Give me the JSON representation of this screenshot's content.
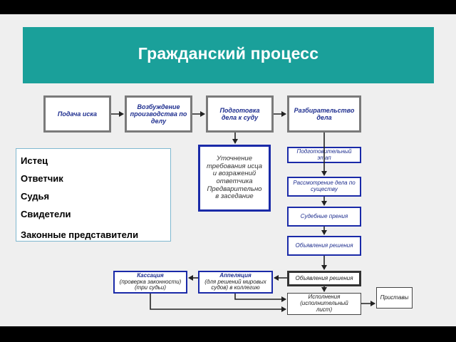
{
  "title": "Гражданский процесс",
  "stages": [
    {
      "id": "s1",
      "label": "Подача иска"
    },
    {
      "id": "s2",
      "label": "Возбуждение производства по делу"
    },
    {
      "id": "s3",
      "label": "Подготовка дела к суду"
    },
    {
      "id": "s4",
      "label": "Разбирательство дела"
    }
  ],
  "preparation_note": "Уточнение требования исца и возражений ответчика Предварительно в заседание",
  "trial_steps": [
    {
      "id": "t1",
      "label": "Подготовительный этап"
    },
    {
      "id": "t2",
      "label": "Рассмотрение дела по существу"
    },
    {
      "id": "t3",
      "label": "Судебные прения"
    },
    {
      "id": "t4",
      "label": "Объявления решения"
    },
    {
      "id": "t5",
      "label": "Объявления решения"
    },
    {
      "id": "t6",
      "label": "Исполнения (исполнительный лист)"
    }
  ],
  "appeal": {
    "title": "Аппеляция",
    "detail": "(для решений мировых судов) в коллегию"
  },
  "cassation": {
    "title": "Кассация",
    "detail": "(проверка законности) (три судьи)"
  },
  "bailiffs": "Приставы",
  "participants": [
    "Истец",
    "Ответчик",
    "Судья",
    "Свидетели",
    "Законные представители"
  ],
  "colors": {
    "banner": "#1aa09a",
    "accent_blue": "#1a2aa8",
    "stage_border": "#7a7a7a"
  }
}
